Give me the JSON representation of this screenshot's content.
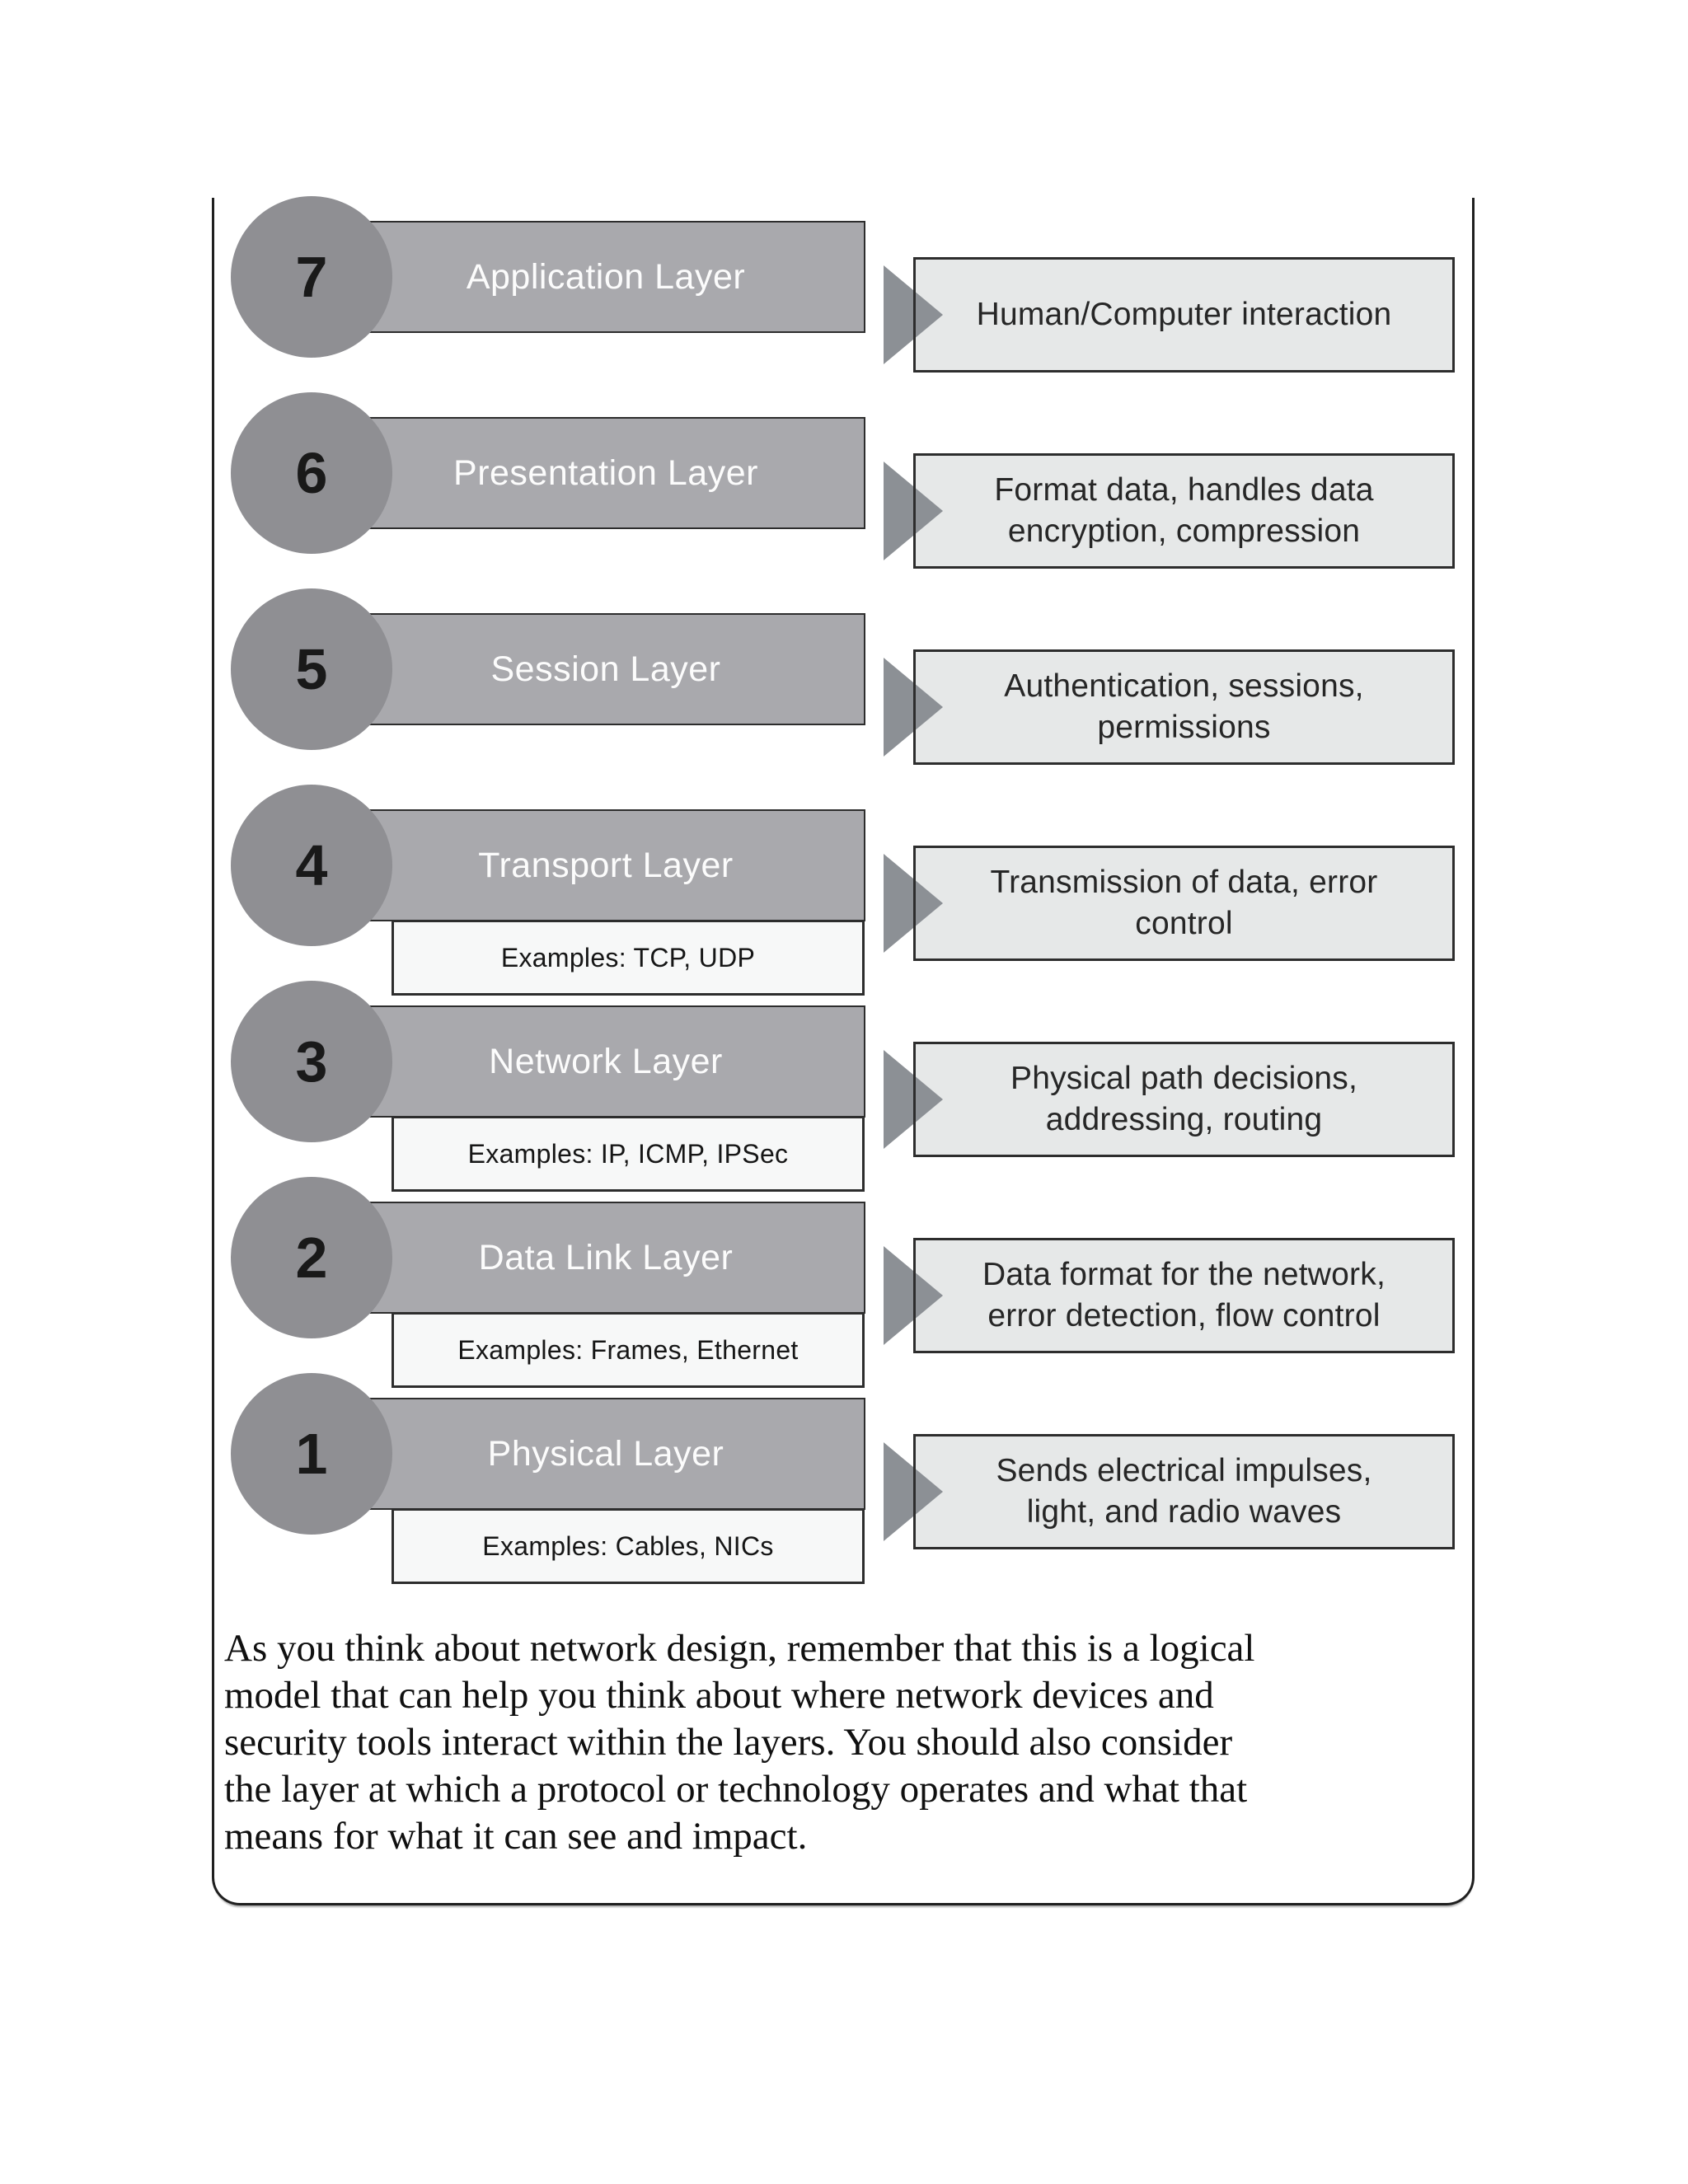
{
  "figure": {
    "layers": [
      {
        "number": "7",
        "name": "Application Layer",
        "desc_line1": "Human/Computer interaction",
        "desc_line2": "",
        "examples": ""
      },
      {
        "number": "6",
        "name": "Presentation Layer",
        "desc_line1": "Format data, handles data",
        "desc_line2": "encryption, compression",
        "examples": ""
      },
      {
        "number": "5",
        "name": "Session Layer",
        "desc_line1": "Authentication, sessions,",
        "desc_line2": "permissions",
        "examples": ""
      },
      {
        "number": "4",
        "name": "Transport Layer",
        "desc_line1": "Transmission of data, error",
        "desc_line2": "control",
        "examples": "Examples: TCP, UDP"
      },
      {
        "number": "3",
        "name": "Network Layer",
        "desc_line1": "Physical path decisions,",
        "desc_line2": "addressing, routing",
        "examples": "Examples: IP, ICMP, IPSec"
      },
      {
        "number": "2",
        "name": "Data Link Layer",
        "desc_line1": "Data format for the network,",
        "desc_line2": "error detection, flow control",
        "examples": "Examples: Frames, Ethernet"
      },
      {
        "number": "1",
        "name": "Physical Layer",
        "desc_line1": "Sends electrical impulses,",
        "desc_line2": "light, and radio waves",
        "examples": "Examples: Cables, NICs"
      }
    ],
    "note_lines": {
      "l1": "As you think about network design, remember that this is a logical",
      "l2": "model that can help you think about where network devices and",
      "l3": "security tools interact within the layers. You should also consider",
      "l4": "the layer at which a protocol or technology operates and what that",
      "l5": "means for what it can see and impact."
    },
    "colors": {
      "circle_fill": "#8f8f93",
      "bar_fill": "#a9a9ad",
      "bar_text": "#fcfcfc",
      "description_fill": "#e6e8e8",
      "examples_fill": "#f7f8f8",
      "box_border": "#2d2d2d",
      "arrow_fill": "#8c9095",
      "frame_border": "#1f1f1f",
      "text_dark": "#1b1b1b"
    }
  }
}
